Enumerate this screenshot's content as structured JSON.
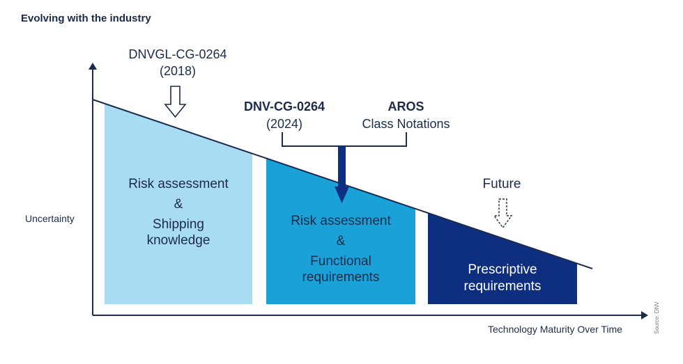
{
  "title": "Evolving with the industry",
  "milestones": {
    "dnvgl": {
      "line1": "DNVGL-CG-0264",
      "line2": "(2018)"
    },
    "dnv": {
      "line1": "DNV-CG-0264",
      "line2": "(2024)"
    },
    "aros": {
      "line1": "AROS",
      "line2": "Class Notations"
    },
    "future": "Future"
  },
  "blocks": [
    {
      "lines": [
        "Risk assessment",
        "&",
        "Shipping",
        "knowledge"
      ],
      "color": "#a8dcf2"
    },
    {
      "lines": [
        "Risk assessment",
        "&",
        "Functional",
        "requirements"
      ],
      "color": "#1aa2d8"
    },
    {
      "lines": [
        "Prescriptive",
        "requirements"
      ],
      "color": "#0e2f7f"
    }
  ],
  "axes": {
    "y_label": "Uncertainty",
    "x_label": "Technology Maturity Over Time"
  },
  "source": "Source: DNV",
  "colors": {
    "navy": "#0e2f7f",
    "text": "#1c2b4a",
    "axis": "#1c2b4a",
    "light_blue": "#a8dcf2",
    "mid_blue": "#1aa2d8"
  }
}
